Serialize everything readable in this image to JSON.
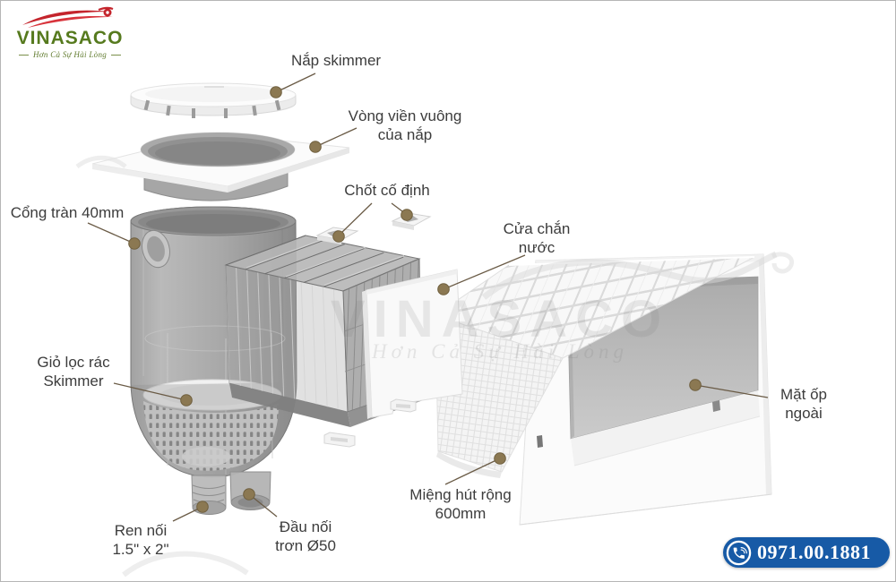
{
  "logo": {
    "brand": "VINASACO",
    "tagline": "Hơn Cả Sự Hài Lòng"
  },
  "watermark": {
    "brand": "VINASACO",
    "tagline": "Hơn Cả Sự Hài Lòng"
  },
  "contact": {
    "phone": "0971.00.1881",
    "icon": "phone-icon"
  },
  "colors": {
    "logo_green": "#567a1e",
    "logo_red": "#c4242c",
    "badge_blue": "#175aa6",
    "label_text": "#3c3c3c",
    "callout_dot": "#8b7852",
    "callout_line": "#6a5b46"
  },
  "diagram": {
    "labels": [
      {
        "id": "lid",
        "text": "Nắp skimmer"
      },
      {
        "id": "square_ring",
        "text": "Vòng viền vuông\ncủa nắp"
      },
      {
        "id": "pin",
        "text": "Chốt cố định"
      },
      {
        "id": "weir",
        "text": "Cửa chắn\nnước"
      },
      {
        "id": "overflow",
        "text": "Cổng tràn 40mm"
      },
      {
        "id": "basket",
        "text": "Giỏ lọc rác\nSkimmer"
      },
      {
        "id": "faceplate",
        "text": "Mặt ốp\nngoài"
      },
      {
        "id": "mouth",
        "text": "Miệng hút rộng\n600mm"
      },
      {
        "id": "thread",
        "text": "Ren nối\n1.5\" x 2\""
      },
      {
        "id": "smooth",
        "text": "Đầu nối\ntrơn Ø50"
      }
    ]
  }
}
